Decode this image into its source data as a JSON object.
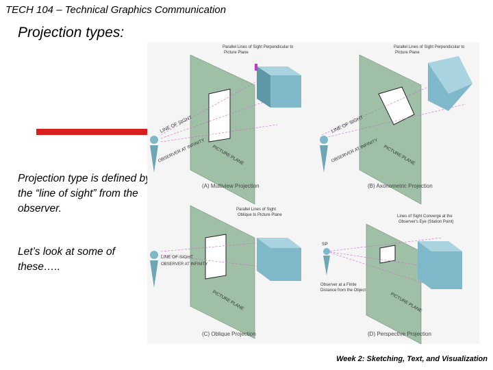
{
  "header": "TECH 104 – Technical Graphics Communication",
  "title": "Projection types:",
  "paragraphs": [
    "Projection type is defined by the “line of sight” from the observer.",
    "Let’s look at some of these….."
  ],
  "footer": "Week 2: Sketching, Text, and Visualization",
  "accent_color": "#d91e1e",
  "figure": {
    "a": {
      "callout": "Parallel Lines of Sight Perpendicular to Picture Plane",
      "caption": "(A) Multiview Projection",
      "line_of_sight": "LINE OF SIGHT",
      "observer": "OBSERVER AT INFINITY",
      "picture_plane": "PICTURE PLANE"
    },
    "b": {
      "callout": "Parallel Lines of Sight Perpendicular to Picture Plane",
      "caption": "(B) Axonometric Projection",
      "line_of_sight": "LINE OF SIGHT",
      "observer": "OBSERVER AT INFINITY",
      "picture_plane": "PICTURE PLANE"
    },
    "c": {
      "callout": "Parallel Lines of Sight Oblique to Picture Plane",
      "caption": "(C) Oblique Projection",
      "line_of_sight": "LINE OF SIGHT",
      "observer": "OBSERVER AT INFINITY",
      "picture_plane": "PICTURE PLANE"
    },
    "d": {
      "callout": "Lines of Sight Converge at the Observer's Eye (Station Point)",
      "observer_note": "Observer at a Finite Distance from the Object",
      "station_label": "SP",
      "caption": "(D) Perspective Projection",
      "picture_plane": "PICTURE PLANE"
    }
  }
}
